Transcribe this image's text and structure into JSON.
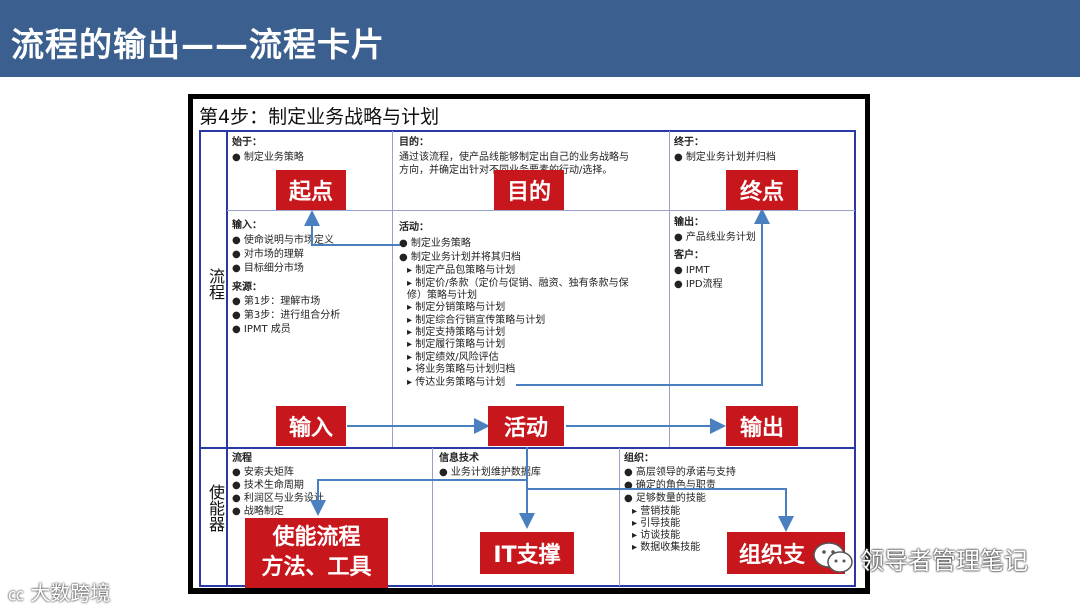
{
  "header": {
    "title": "流程的输出——流程卡片"
  },
  "card": {
    "title": "第4步：制定业务战略与计划",
    "side_labels": {
      "process": "流程",
      "enablers": "使能器"
    },
    "start": {
      "heading": "始于：",
      "items": [
        "● 制定业务策略"
      ]
    },
    "purpose": {
      "heading": "目的：",
      "text_lines": [
        "通过该流程，使产品线能够制定出自己的业务战略与",
        "方向，并确定出针对不同业务要素的行动/选择。"
      ]
    },
    "end": {
      "heading": "终于：",
      "items": [
        "● 制定业务计划并归档"
      ]
    },
    "input": {
      "heading": "输入：",
      "items": [
        "● 使命说明与市场定义",
        "● 对市场的理解",
        "● 目标细分市场"
      ],
      "source_heading": "来源：",
      "sources": [
        "● 第1步：理解市场",
        "● 第3步：进行组合分析",
        "● IPMT 成员"
      ]
    },
    "activity": {
      "heading": "活动：",
      "items": [
        "● 制定业务策略",
        "● 制定业务计划并将其归档"
      ],
      "subitems": [
        "▸ 制定产品包策略与计划",
        "▸ 制定价/条款（定价与促销、融资、独有条款与保",
        "   修）策略与计划",
        "▸ 制定分销策略与计划",
        "▸ 制定综合行销宣传策略与计划",
        "▸ 制定支持策略与计划",
        "▸ 制定履行策略与计划",
        "▸ 制定绩效/风险评估",
        "▸ 将业务策略与计划归档",
        "▸ 传达业务策略与计划"
      ]
    },
    "output": {
      "heading": "输出：",
      "items": [
        "● 产品线业务计划"
      ],
      "customer_heading": "客户：",
      "customers": [
        "● IPMT",
        "● IPD流程"
      ]
    },
    "enabler_process": {
      "heading": "流程",
      "items": [
        "● 安索夫矩阵",
        "● 技术生命周期",
        "● 利润区与业务设计",
        "● 战略制定"
      ]
    },
    "enabler_it": {
      "heading": "信息技术",
      "items": [
        "● 业务计划维护数据库"
      ]
    },
    "enabler_org": {
      "heading": "组织：",
      "items": [
        "● 高层领导的承诺与支持",
        "● 确定的角色与职责",
        "● 足够数量的技能"
      ],
      "subitems": [
        "▸ 营销技能",
        "▸ 引导技能",
        "▸ 访谈技能",
        "▸ 数据收集技能"
      ]
    }
  },
  "callouts": {
    "start": "起点",
    "purpose": "目的",
    "end": "终点",
    "input": "输入",
    "activity": "活动",
    "output": "输出",
    "enabler_line1": "使能流程",
    "enabler_line2": "方法、工具",
    "it": "IT支撑",
    "org": "组织支"
  },
  "watermarks": {
    "left": "大数跨境",
    "right": "领导者管理笔记"
  },
  "colors": {
    "header": "#3b5f8e",
    "callout": "#c8161d",
    "arrow": "#4a7fc0",
    "grid": "#2a39a6"
  }
}
